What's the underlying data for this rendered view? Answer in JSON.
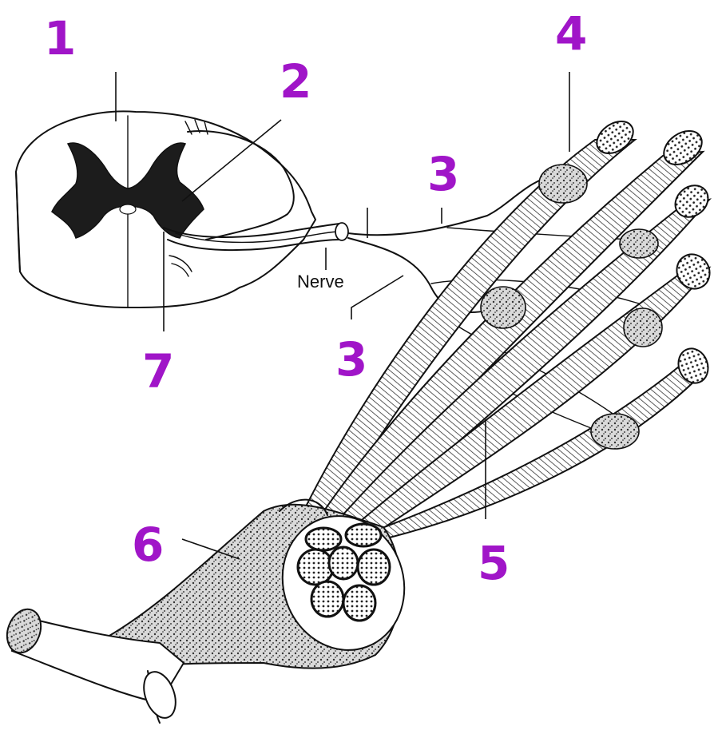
{
  "labels": {
    "l1": "1",
    "l2": "2",
    "l3a": "3",
    "l3b": "3",
    "l4": "4",
    "l5": "5",
    "l6": "6",
    "l7": "7",
    "nerve": "Nerve"
  },
  "colors": {
    "handwriting": "#a015c8",
    "ink": "#111111",
    "background": "#ffffff"
  }
}
